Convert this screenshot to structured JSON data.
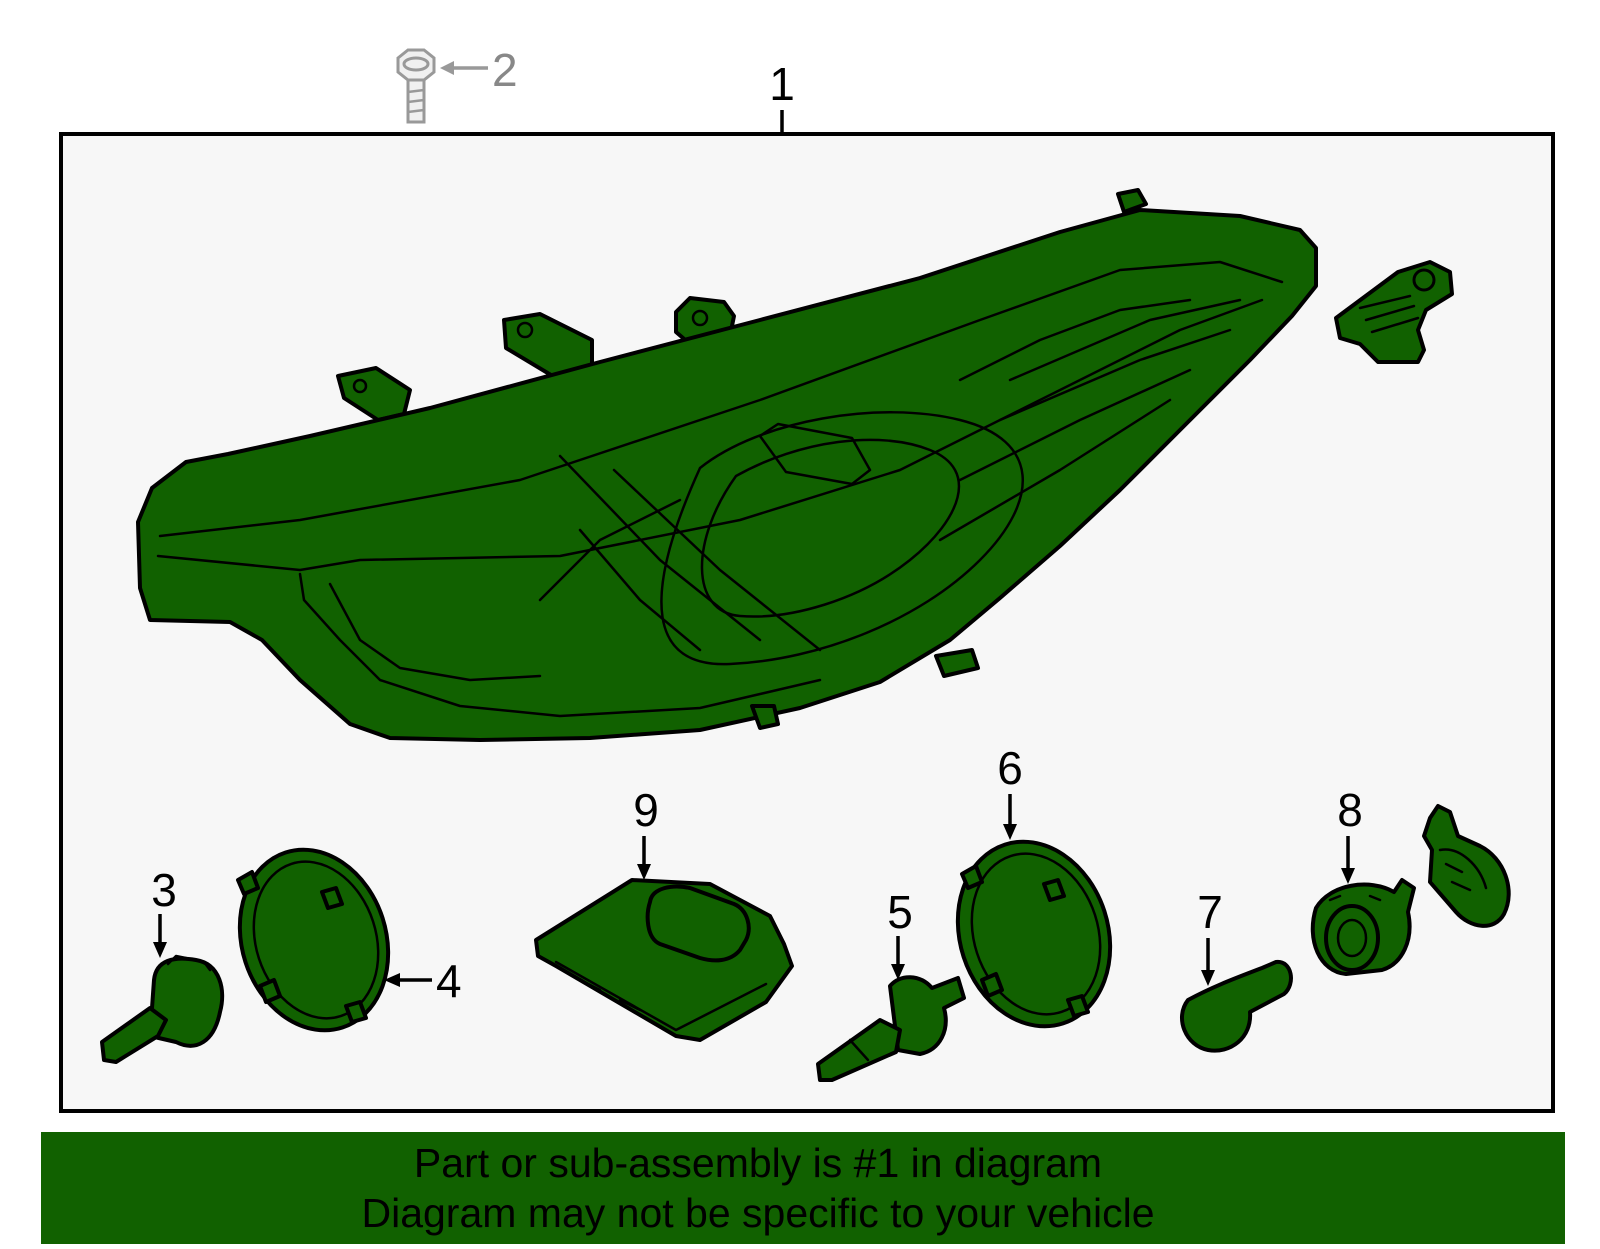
{
  "diagram": {
    "part_color": "#116100",
    "frame_background": "#f7f7f7",
    "callouts": [
      {
        "id": "1",
        "label": "1"
      },
      {
        "id": "2",
        "label": "2"
      },
      {
        "id": "3",
        "label": "3"
      },
      {
        "id": "4",
        "label": "4"
      },
      {
        "id": "5",
        "label": "5"
      },
      {
        "id": "6",
        "label": "6"
      },
      {
        "id": "7",
        "label": "7"
      },
      {
        "id": "8",
        "label": "8"
      },
      {
        "id": "9",
        "label": "9"
      }
    ]
  },
  "banner": {
    "line1": "Part or sub-assembly is #1 in diagram",
    "line2": "Diagram may not be specific to your vehicle",
    "background": "#116100"
  }
}
